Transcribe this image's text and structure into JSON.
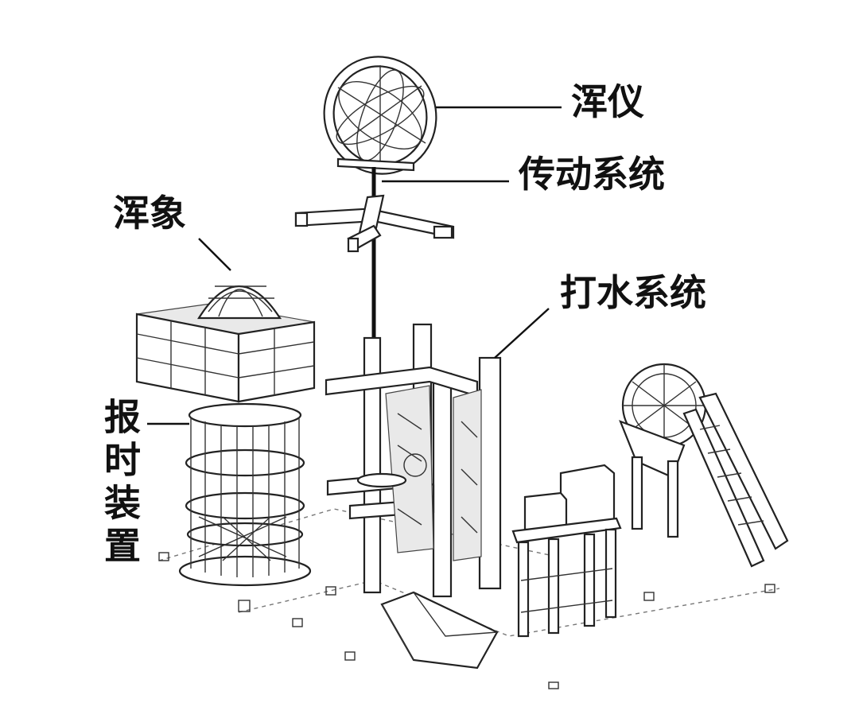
{
  "labels": {
    "armillary_sphere": "浑仪",
    "transmission_system": "传动系统",
    "celestial_globe": "浑象",
    "water_lifting_system": "打水系统",
    "time_reporting_device": "报时装置"
  }
}
